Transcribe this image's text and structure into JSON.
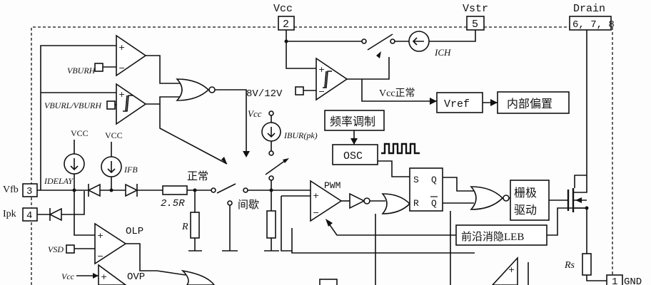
{
  "pins": {
    "vcc": {
      "name": "Vcc",
      "number": "2"
    },
    "vstr": {
      "name": "Vstr",
      "number": "5"
    },
    "drain": {
      "name": "Drain",
      "number": "6, 7, 8"
    },
    "vfb": {
      "name": "Vfb",
      "number": "3"
    },
    "ipk": {
      "name": "Ipk",
      "number": "4"
    },
    "gnd": {
      "name": "GND",
      "number": "1"
    }
  },
  "labels": {
    "v_burh": "VBURH",
    "v_burl_burh": "VBURL/VBURH",
    "ich": "ICH",
    "uvlo_ref": "8V/12V",
    "vcc_normal": "Vcc正常",
    "vcc_small": "Vcc",
    "ibur": "IBUR(pk)",
    "freq_mod": "频率调制",
    "osc": "OSC",
    "vref": "Vref",
    "internal_bias": "内部偏置",
    "vcc_left1": "VCC",
    "vcc_left2": "VCC",
    "idelay": "IDELAY",
    "ifb": "IFB",
    "normal": "正常",
    "r_25": "2.5R",
    "r": "R",
    "burst": "间歇",
    "pwm": "PWM",
    "latch_s": "S",
    "latch_r": "R",
    "latch_q": "Q",
    "latch_qbar": "Q",
    "gate_drive_1": "栅极",
    "gate_drive_2": "驱动",
    "leb": "前沿消隐LEB",
    "olp": "OLP",
    "vsd": "VSD",
    "ovp": "OVP",
    "vcc_ovp": "Vcc",
    "rs": "Rs",
    "plus": "+",
    "minus": "−"
  }
}
